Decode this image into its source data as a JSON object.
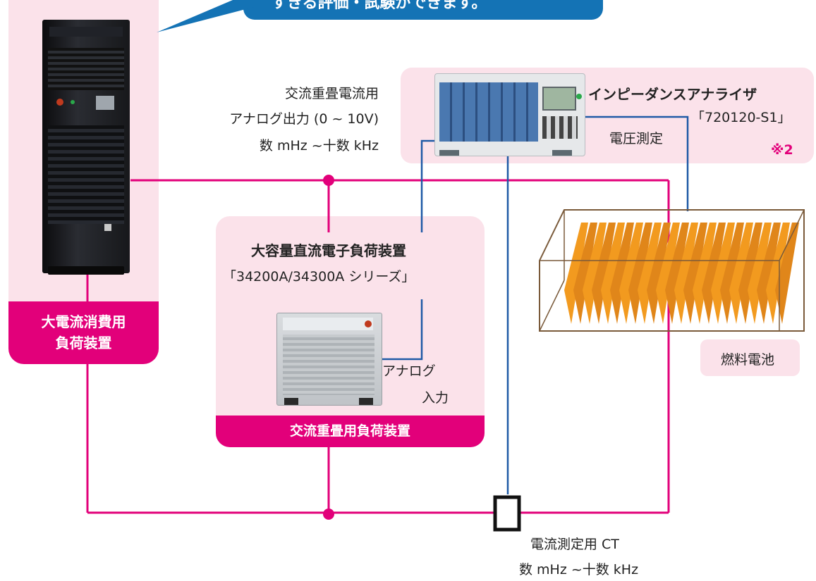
{
  "callout": {
    "text": "すきる評価・試験ができます。"
  },
  "left_load": {
    "label_line1": "大電流消費用",
    "label_line2": "負荷装置"
  },
  "ac_output": {
    "line1": "交流重畳電流用",
    "line2": "アナログ出力 (0 ~ 10V)",
    "line3": "数 mHz ~十数 kHz"
  },
  "analyzer": {
    "name": "インピーダンスアナライザ",
    "model": "「720120-S1」",
    "voltage": "電圧測定",
    "note": "※2"
  },
  "center_load": {
    "title": "大容量直流電子負荷装置",
    "model": "「34200A/34300A シリーズ」",
    "analog_input_line1": "アナログ",
    "analog_input_line2": "入力",
    "label": "交流重畳用負荷装置"
  },
  "fuel_cell": {
    "label": "燃料電池"
  },
  "ct": {
    "line1": "電流測定用 CT",
    "line2": "数 mHz ~十数 kHz"
  },
  "colors": {
    "magenta": "#e2007a",
    "blue": "#1f5aa6",
    "callout": "#1473b5",
    "panel": "#fbe2ea",
    "fuel_cell": "#f29a1f"
  }
}
